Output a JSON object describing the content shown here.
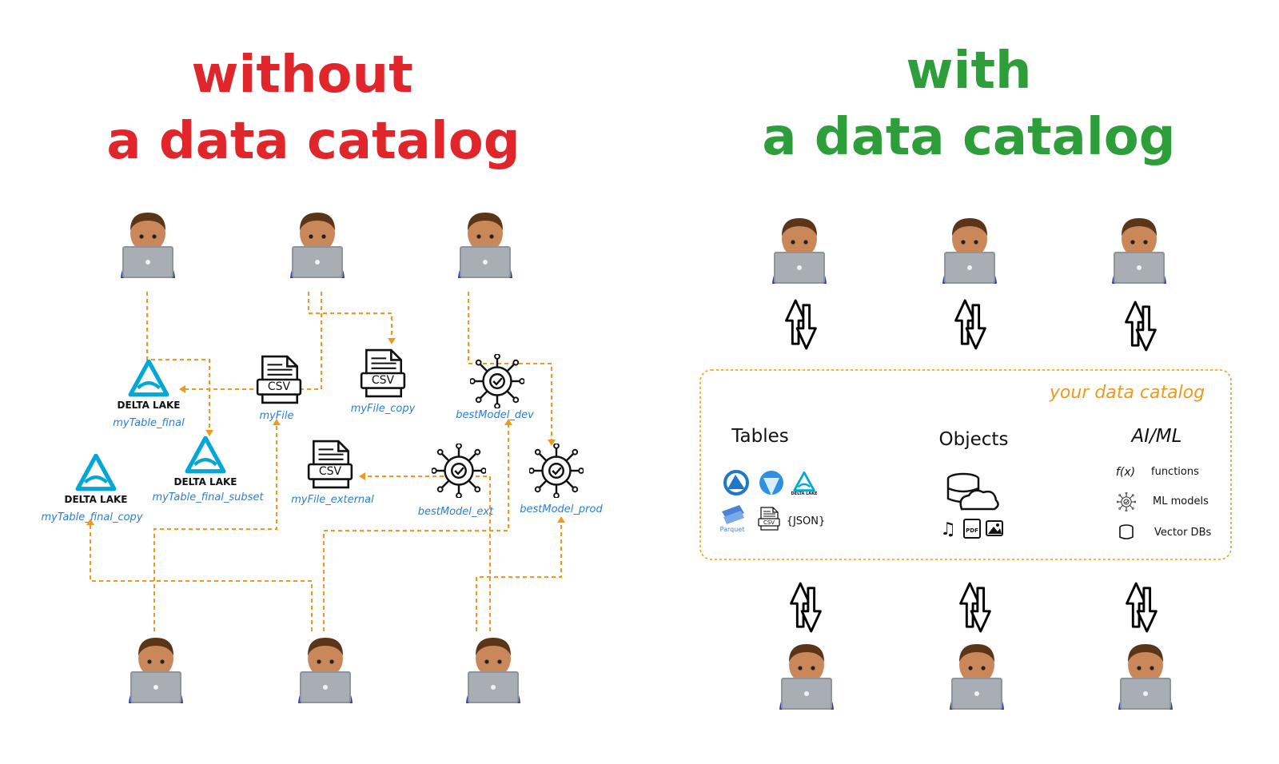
{
  "left_panel": {
    "title_line1": "without",
    "title_line2": "a data catalog",
    "assets": {
      "delta1": {
        "brand": "DELTA LAKE",
        "label": "myTable_final"
      },
      "delta2": {
        "brand": "DELTA LAKE",
        "label": "myTable_final_subset"
      },
      "delta3": {
        "brand": "DELTA LAKE",
        "label": "myTable_final_copy"
      },
      "csv1": {
        "badge": "CSV",
        "label": "myFile"
      },
      "csv2": {
        "badge": "CSV",
        "label": "myFile_copy"
      },
      "csv3": {
        "badge": "CSV",
        "label": "myFile_external"
      },
      "model1": {
        "label": "bestModel_dev"
      },
      "model2": {
        "label": "bestModel_ext"
      },
      "model3": {
        "label": "bestModel_prod"
      }
    }
  },
  "right_panel": {
    "title_line1": "with",
    "title_line2": "a data catalog",
    "catalog_name": "your data catalog",
    "sections": {
      "tables": {
        "heading": "Tables",
        "delta_brand": "DELTA LAKE",
        "parquet_label": "Parquet",
        "csv_badge": "CSV",
        "json_label": "{JSON}"
      },
      "objects": {
        "heading": "Objects",
        "pdf_badge": "PDF"
      },
      "aiml": {
        "heading": "AI/ML",
        "fx_symbol": "f(x)",
        "items": [
          "functions",
          "ML models",
          "Vector DBs"
        ]
      }
    }
  },
  "colors": {
    "red_title": "#e0262b",
    "green_title": "#2e9e3a",
    "flow_orange": "#f09a1c",
    "label_blue": "#2a7fd0",
    "delta_teal": "#00a8d6"
  }
}
